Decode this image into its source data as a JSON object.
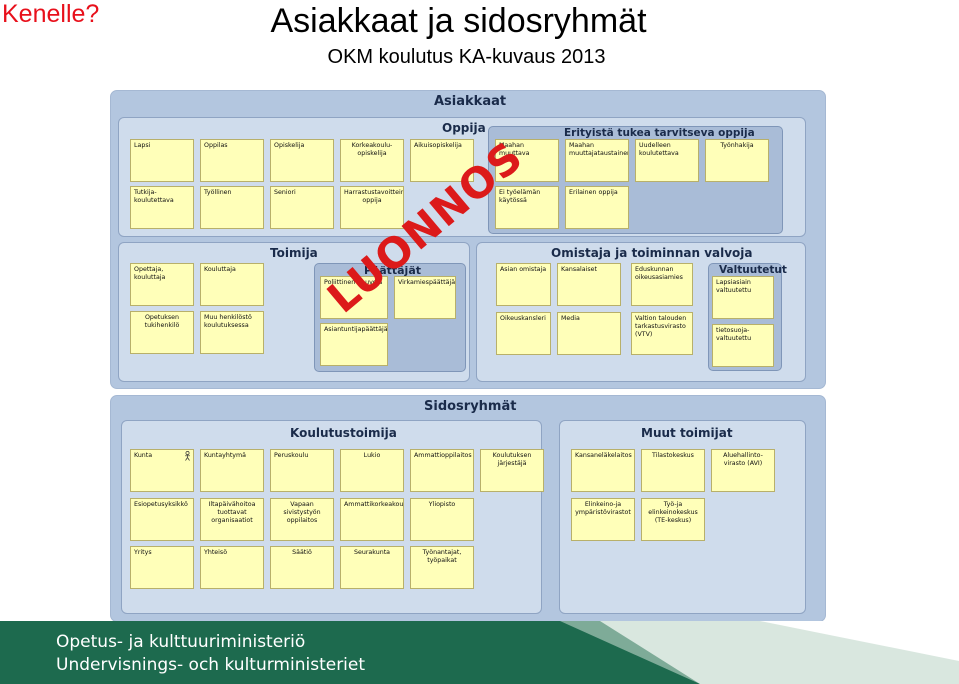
{
  "header": {
    "corner_question": "Kenelle?",
    "title": "Asiakkaat ja sidosryhmät",
    "subtitle": "OKM koulutus KA-kuvaus 2013"
  },
  "watermark": "LUONNOS",
  "asiakkaat": {
    "title": "Asiakkaat",
    "oppija": {
      "title": "Oppija",
      "items": [
        "Lapsi",
        "Oppilas",
        "Opiskelija",
        "Korkeakoulu-opiskelija",
        "Aikuisopiskelija",
        "Tutkija-koulutettava",
        "Työllinen",
        "Seniori",
        "Harrastustavoitteinen oppija"
      ]
    },
    "erityista": {
      "title": "Erityistä tukea tarvitseva oppija",
      "items": [
        "Maahan muuttava",
        "Maahan muuttajataustainen",
        "Uudelleen koulutettava",
        "Työnhakija",
        "Ei työelämän käytössä",
        "Erilainen oppija"
      ]
    },
    "toimija": {
      "title": "Toimija",
      "items": [
        "Opettaja, kouluttaja",
        "Kouluttaja",
        "Opetuksen tukihenkilö",
        "Muu henkilöstö koulutuksessa"
      ]
    },
    "paattajat": {
      "title": "Päättäjät",
      "items": [
        "Poliittinen neuvoja",
        "Virkamiespäättäjä",
        "Asiantuntijapäättäjä"
      ]
    },
    "omistaja": {
      "title": "Omistaja ja toiminnan valvoja",
      "items": [
        "Asian omistaja",
        "Kansalaiset",
        "Eduskunnan oikeusasiamies",
        "Oikeuskansleri",
        "Media",
        "Valtion talouden tarkastusvirasto (VTV)"
      ]
    },
    "valtuutetut": {
      "title": "Valtuutetut",
      "items": [
        "Lapsiasiain valtuutettu",
        "tietosuoja-valtuutettu"
      ]
    }
  },
  "sidosryhmat": {
    "title": "Sidosryhmät",
    "koulutustoimija": {
      "title": "Koulutustoimija",
      "items": [
        "Kunta",
        "Kuntayhtymä",
        "Peruskoulu",
        "Lukio",
        "Ammattioppilaitos",
        "Koulutuksen järjestäjä",
        "Esiopetusyksikkö",
        "Iltapäivähoitoa tuottavat organisaatiot",
        "Vapaan sivistystyön oppilaitos",
        "Ammattikorkeakoulu",
        "Yliopisto",
        "Yritys",
        "Yhteisö",
        "Säätiö",
        "Seurakunta",
        "Työnantajat, työpaikat"
      ]
    },
    "muut": {
      "title": "Muut toimijat",
      "items": [
        "Kansaneläkelaitos",
        "Tilastokeskus",
        "Aluehallinto- virasto (AVI)",
        "Elinkeino-ja ympäristövirastot",
        "Työ-ja elinkeinokeskus (TE-keskus)"
      ]
    }
  },
  "footer": {
    "line1": "Opetus- ja kulttuuriministeriö",
    "line2": "Undervisnings- och kulturministeriet"
  },
  "colors": {
    "box_fill": "#ffffb9",
    "panel": "#b3c6df",
    "footer": "#1d6a4e",
    "watermark": "#dc1a1a",
    "corner": "#e8101b"
  }
}
